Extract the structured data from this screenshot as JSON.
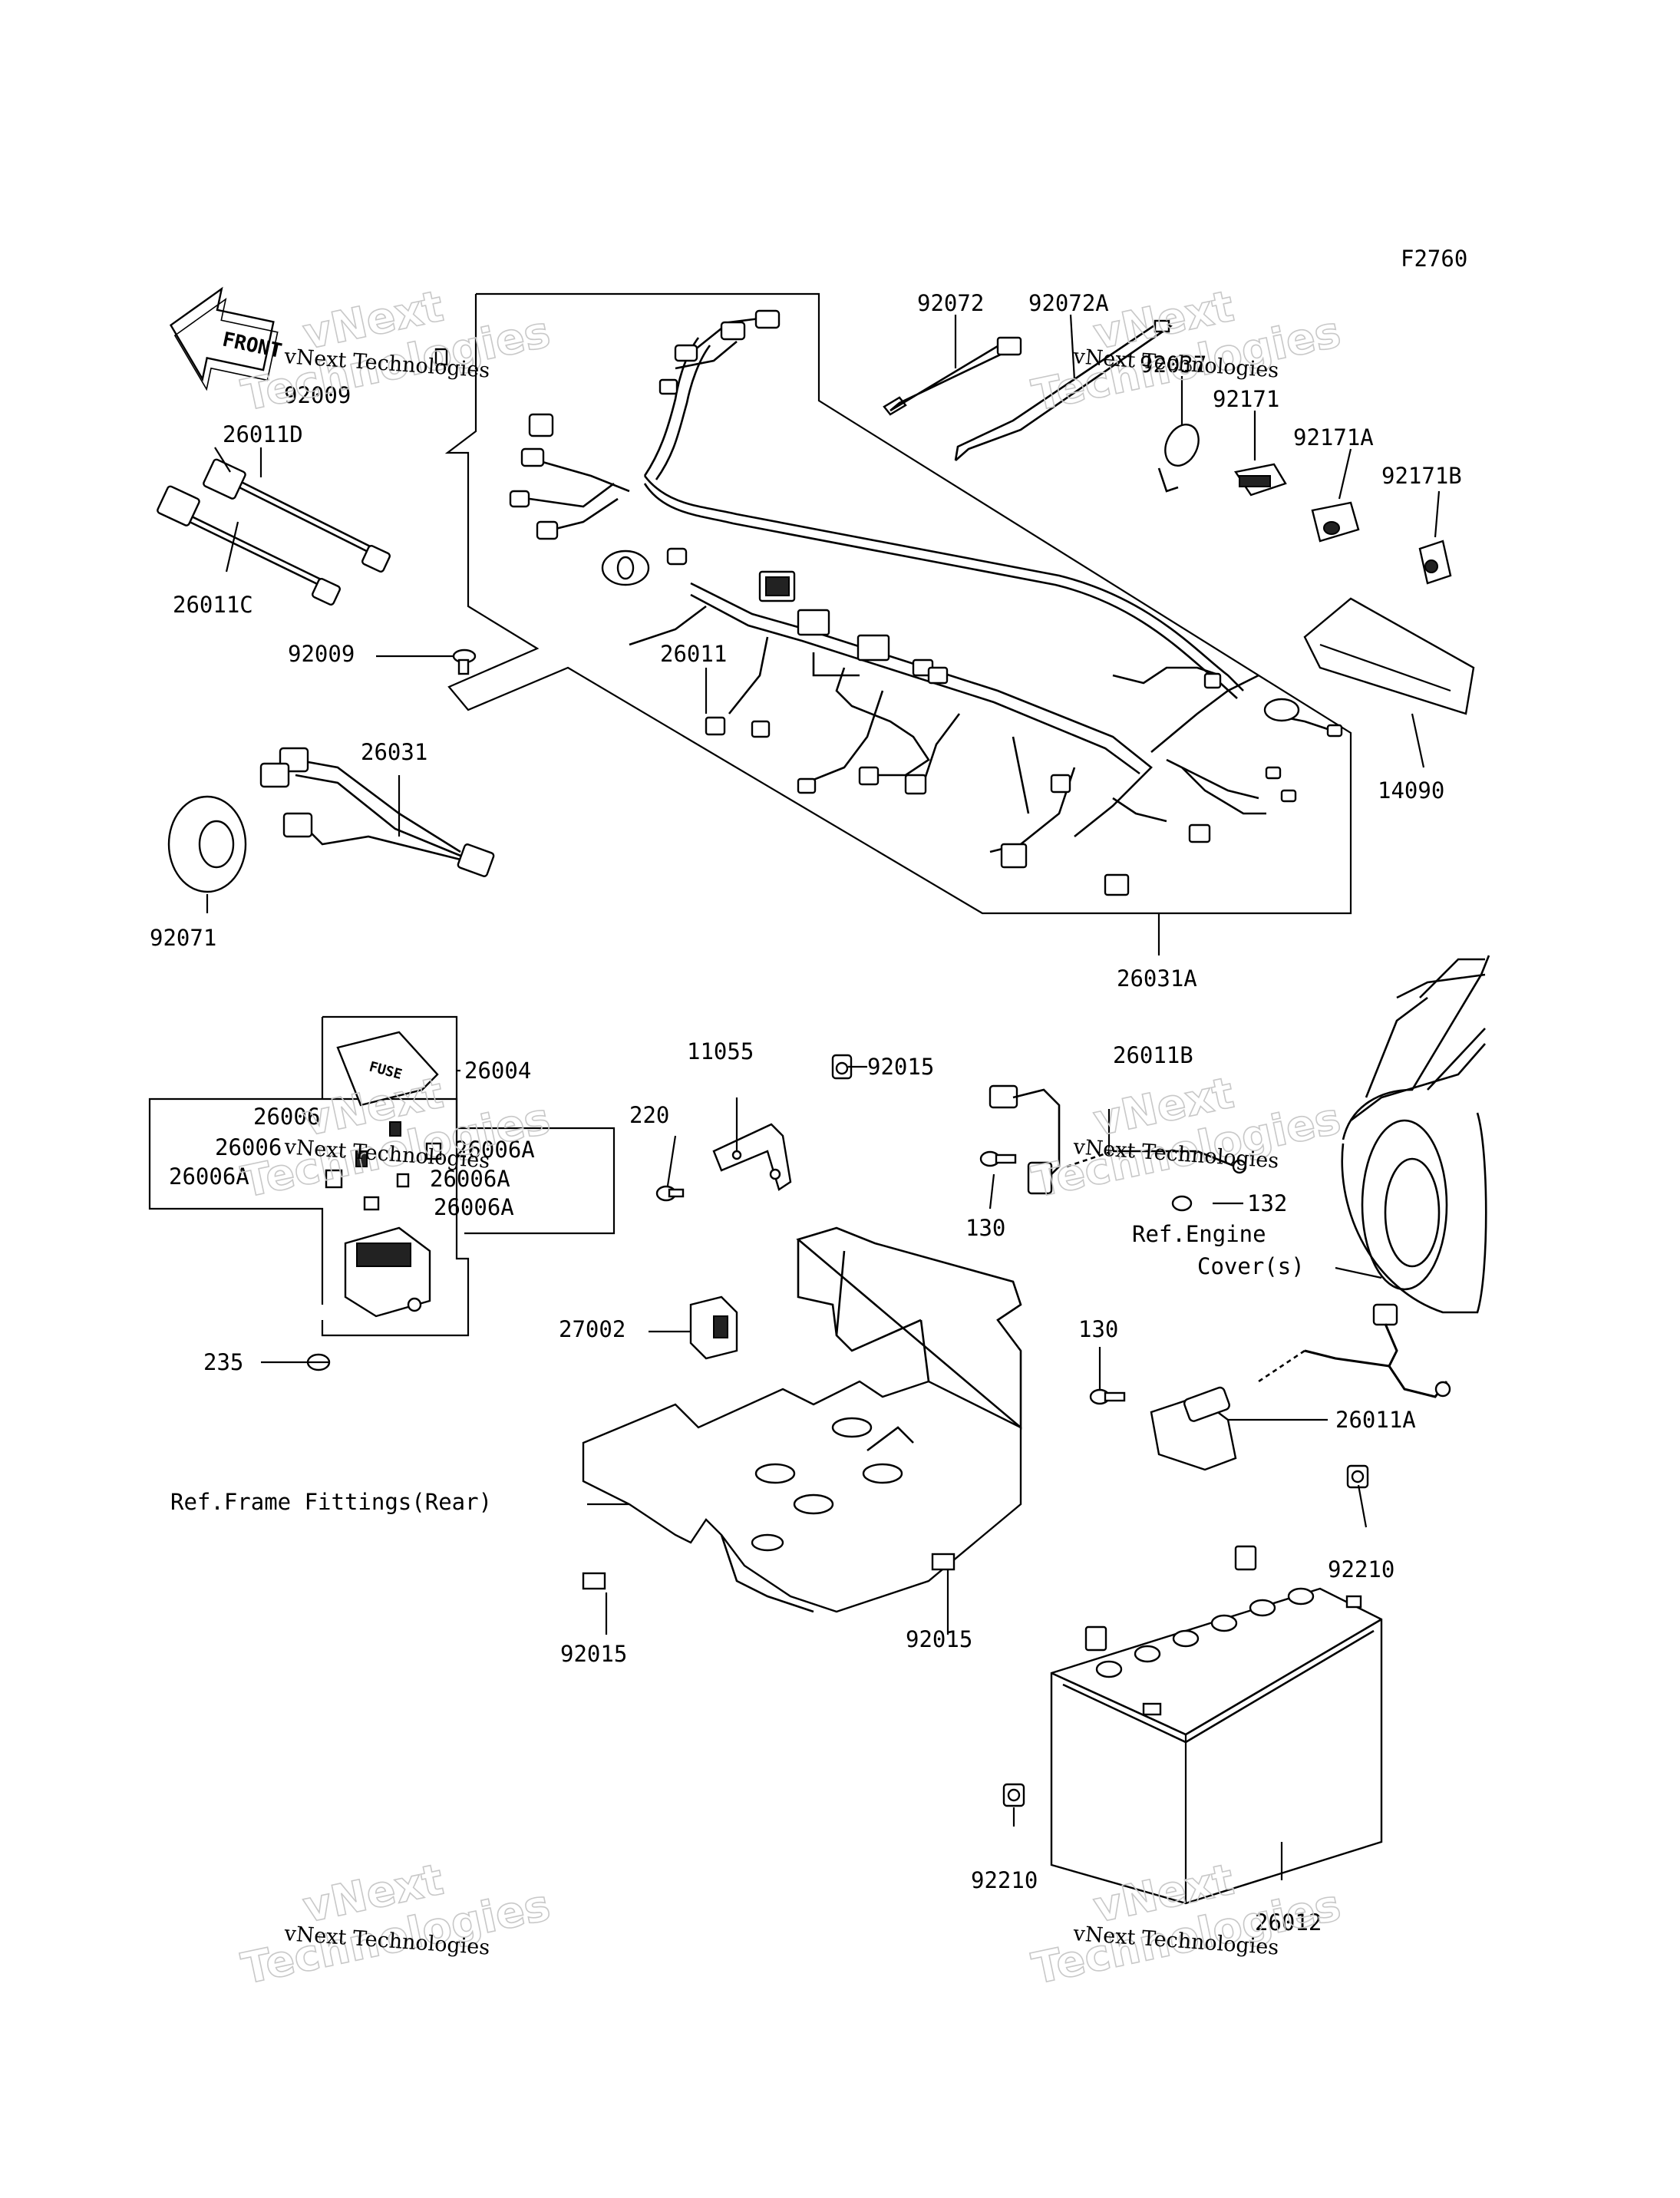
{
  "figure_code": "F2760",
  "front_arrow": "FRONT",
  "fuse_box_text": "FUSE",
  "watermark": {
    "brand": "vNext Technologies",
    "big_line1": "vNext",
    "big_line2": "Technologies"
  },
  "parts": {
    "p92009a": "92009",
    "p26011d": "26011D",
    "p26011c": "26011C",
    "p92009b": "92009",
    "p26011": "26011",
    "p26031": "26031",
    "p92071": "92071",
    "p92072": "92072",
    "p92072a": "92072A",
    "p92037": "92037",
    "p92171": "92171",
    "p92171a": "92171A",
    "p92171b": "92171B",
    "p14090": "14090",
    "p26031a": "26031A",
    "p26004": "26004",
    "p26006a": "26006",
    "p26006b": "26006",
    "p26006Aa": "26006A",
    "p26006Ab": "26006A",
    "p26006Ac": "26006A",
    "p26006Ad": "26006A",
    "p235": "235",
    "p11055": "11055",
    "p92015a": "92015",
    "p220": "220",
    "p27002": "27002",
    "p92015b": "92015",
    "p92015c": "92015",
    "p26011b": "26011B",
    "p130a": "130",
    "p132": "132",
    "p130b": "130",
    "p26011a": "26011A",
    "p92210a": "92210",
    "p92210b": "92210",
    "p26012": "26012"
  },
  "references": {
    "engine_cover_line1": "Ref.Engine",
    "engine_cover_line2": "Cover(s)",
    "frame_fittings": "Ref.Frame Fittings(Rear)"
  }
}
